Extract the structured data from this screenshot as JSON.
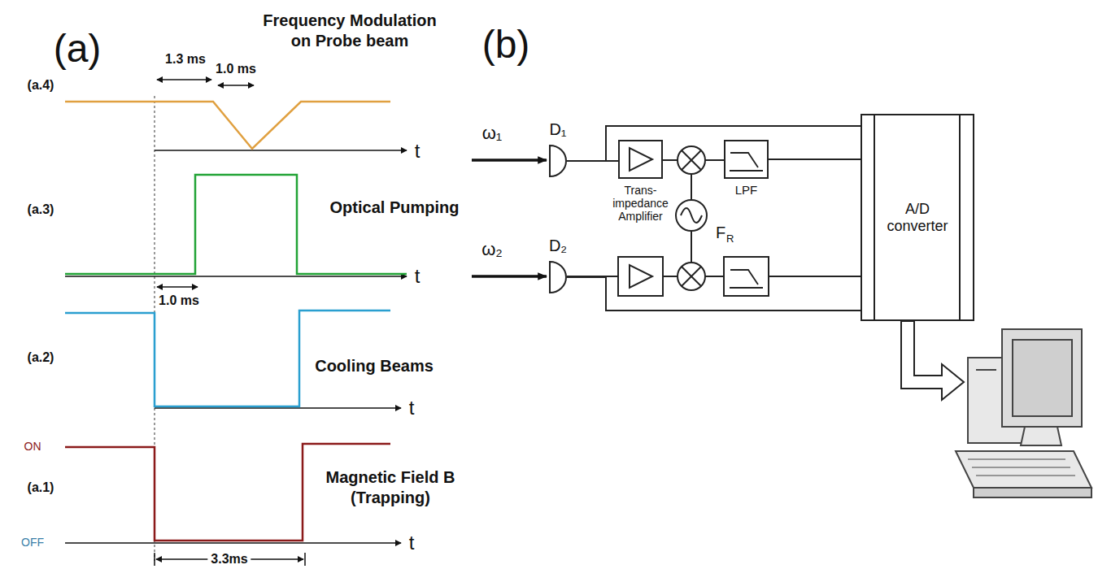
{
  "diagram": {
    "nodes": [
      {
        "text": [
          "D₁"
        ]
      },
      {
        "text": [
          "D₂"
        ]
      },
      {
        "text": [
          "Trans-impedance Amplifier"
        ]
      },
      {
        "text": [
          "F",
          "R"
        ]
      },
      {
        "text": [
          "LPF"
        ]
      },
      {
        "text": [
          "A/D converter"
        ]
      }
    ],
    "edges": [
      {
        "from": 0,
        "to": 2,
        "arrow": "none"
      },
      {
        "from": 4,
        "to": 5,
        "arrow": "none"
      },
      {
        "from": 0,
        "to": 5,
        "arrow": "none"
      },
      {
        "from": 1,
        "to": 5,
        "arrow": "none"
      }
    ],
    "labels": [
      "(a)",
      "Frequency Modulation",
      "on Probe beam",
      "1.3 ms",
      "1.0 ms",
      "(a.4)",
      "(a.3)",
      "Optical Pumping",
      "1.0 ms",
      "(a.2)",
      "Cooling Beams",
      "(a.1)",
      "ON",
      "OFF",
      "Magnetic Field B",
      "(Trapping)",
      "3.3ms",
      "t",
      "t",
      "t",
      "t",
      "(b)",
      "ω₁",
      "ω₂"
    ]
  }
}
